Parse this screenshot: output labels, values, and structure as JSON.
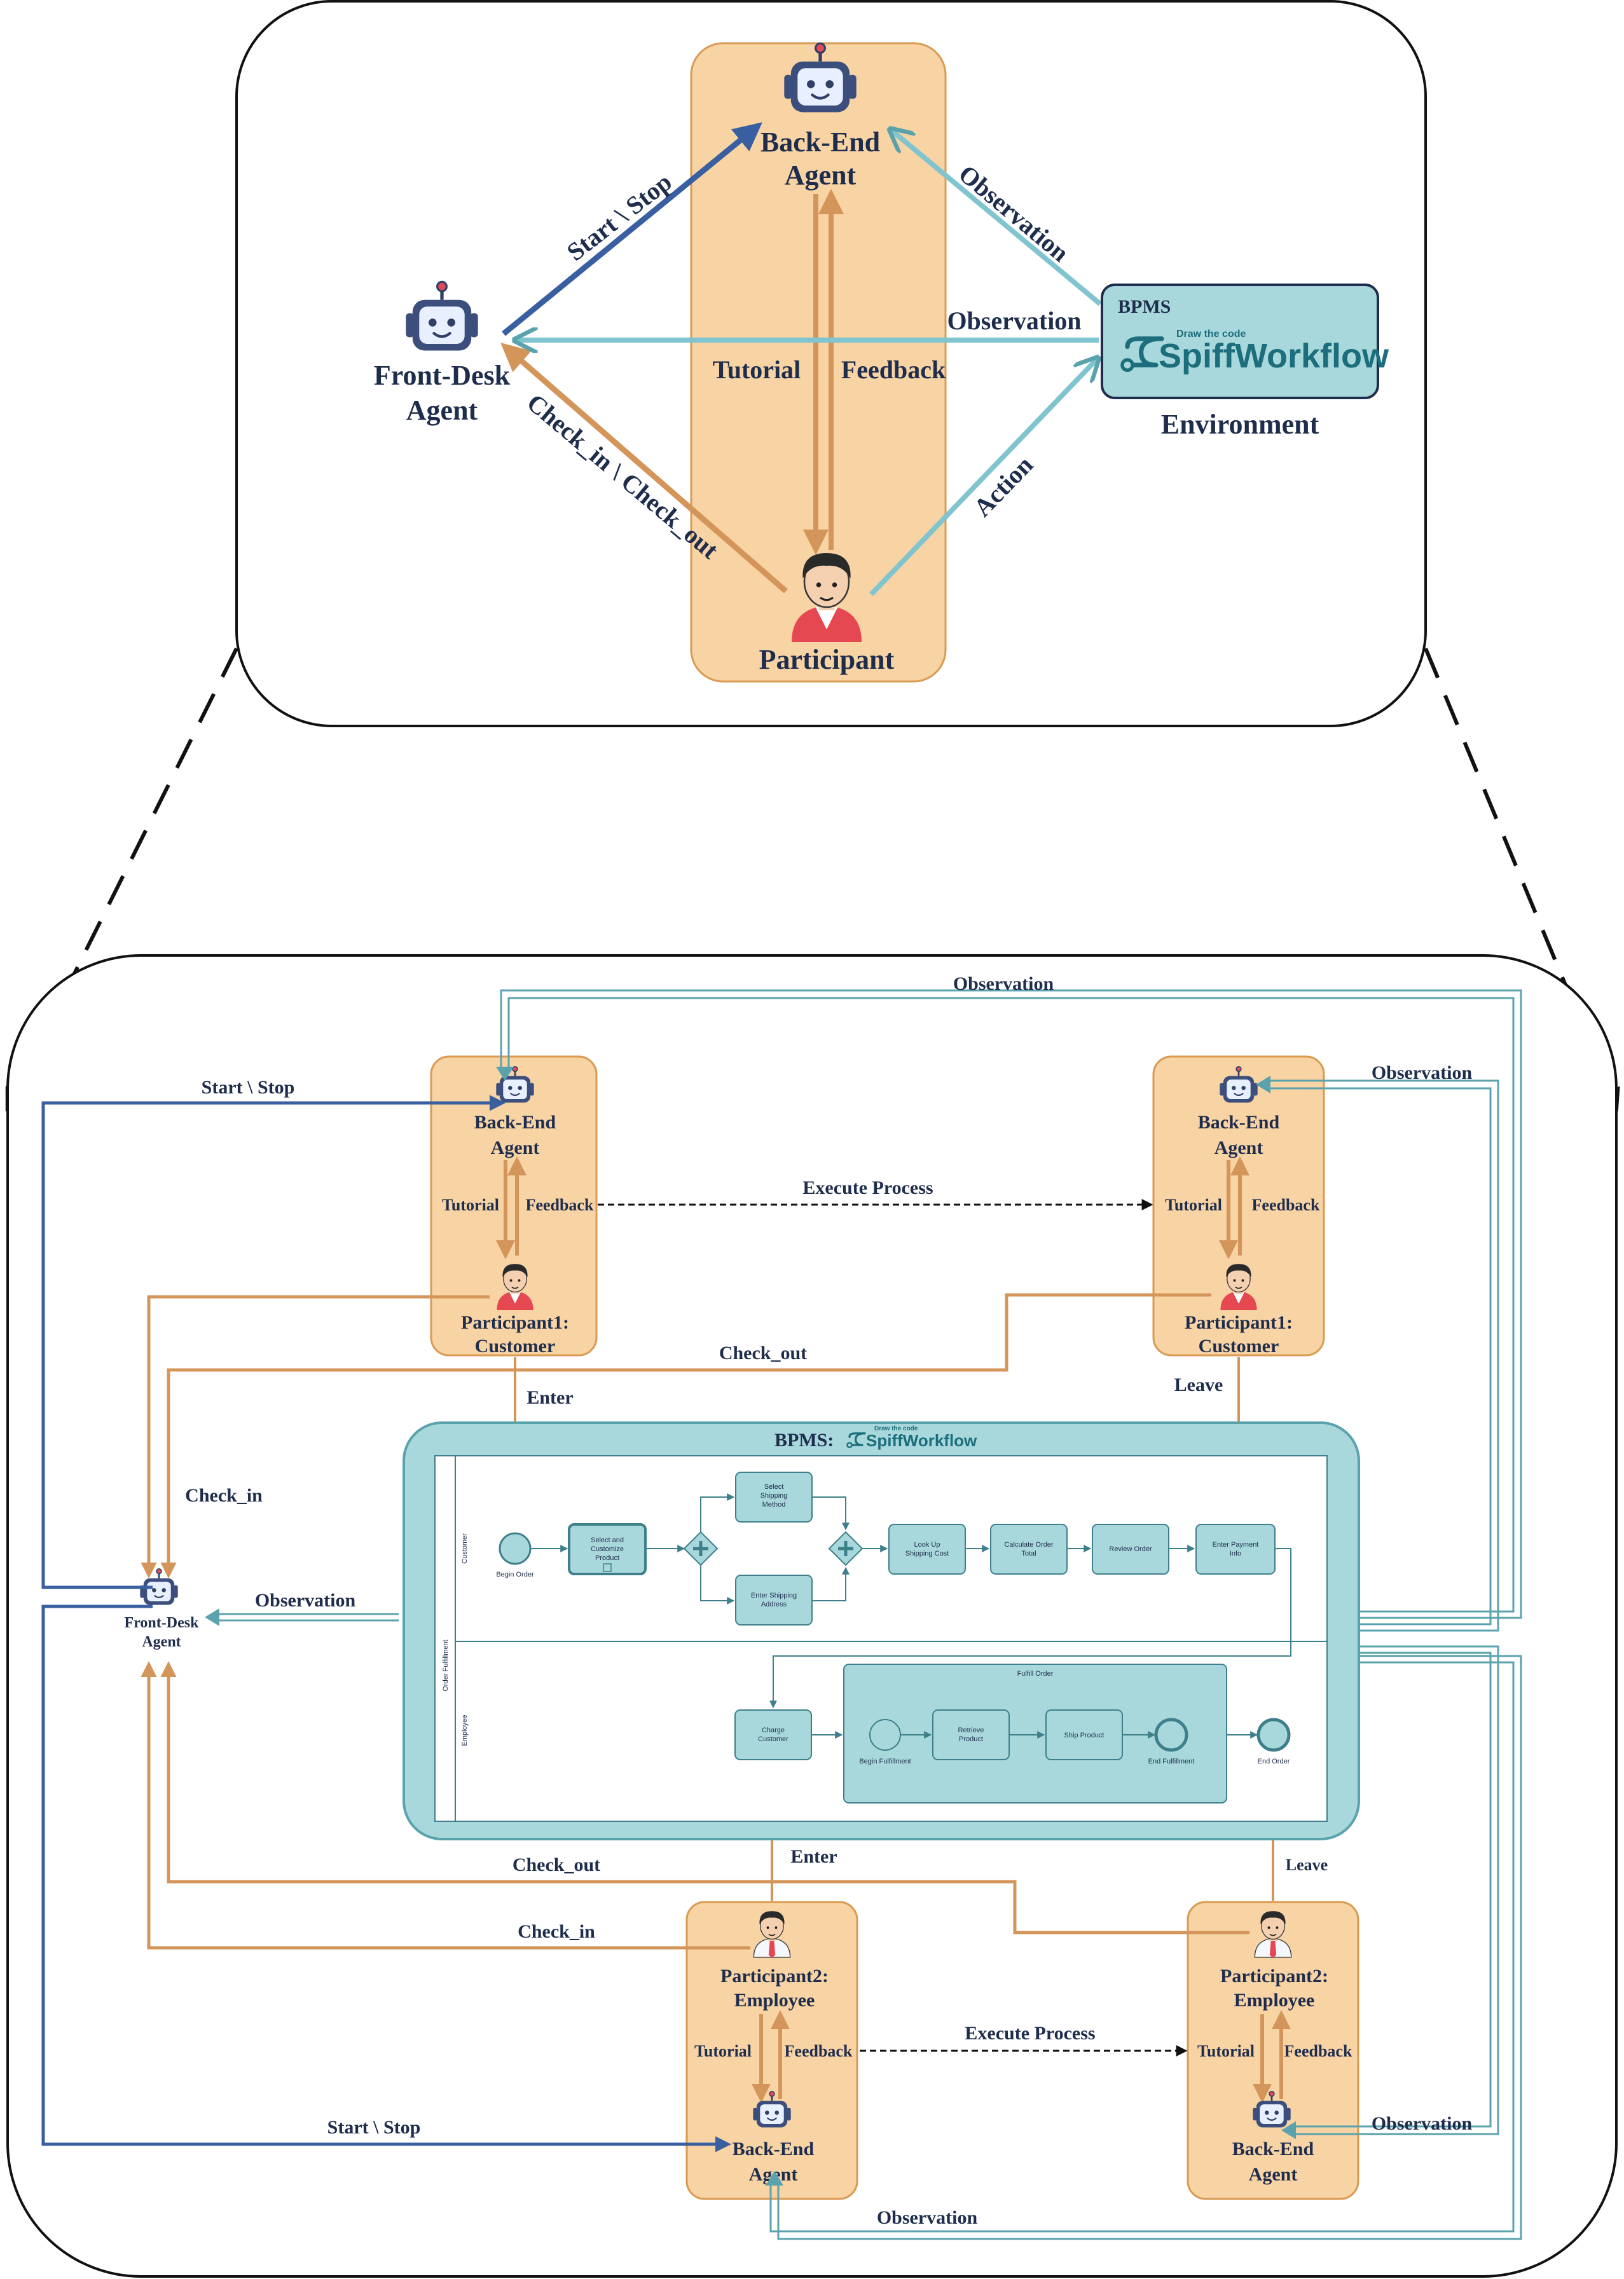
{
  "top": {
    "back_end_line1": "Back-End",
    "back_end_line2": "Agent",
    "front_desk_line1": "Front-Desk",
    "front_desk_line2": "Agent",
    "participant": "Participant",
    "start_stop": "Start \\ Stop",
    "check_in_out": "Check_in \\ Check_out",
    "tutorial": "Tutorial",
    "feedback": "Feedback",
    "observation_diag": "Observation",
    "observation_horiz": "Observation",
    "action": "Action",
    "bpms_label": "BPMS",
    "logo_tagline": "Draw the code",
    "logo_text": "SpiffWorkflow",
    "environment": "Environment"
  },
  "bottom": {
    "observation_top": "Observation",
    "observation_right_top": "Observation",
    "observation_right_bottom": "Observation",
    "observation_bottom": "Observation",
    "observation_frontdesk": "Observation",
    "start_stop_top": "Start \\ Stop",
    "start_stop_bottom": "Start \\ Stop",
    "execute_process_top": "Execute Process",
    "execute_process_bottom": "Execute Process",
    "check_out_top": "Check_out",
    "check_out_bottom": "Check_out",
    "check_in_left": "Check_in",
    "check_in_bottom": "Check_in",
    "enter_top": "Enter",
    "enter_bottom": "Enter",
    "leave_top": "Leave",
    "leave_bottom": "Leave",
    "tutorial": "Tutorial",
    "feedback": "Feedback",
    "back_end_line1": "Back-End",
    "back_end_line2": "Agent",
    "participant1_line1": "Participant1:",
    "participant1_line2": "Customer",
    "participant2_line1": "Participant2:",
    "participant2_line2": "Employee",
    "front_desk_line1": "Front-Desk",
    "front_desk_line2": "Agent",
    "bpms_label": "BPMS:",
    "logo_tagline": "Draw the code",
    "logo_text": "SpiffWorkflow"
  },
  "bpmn": {
    "pool_label": "Order Fulfillment",
    "lane_customer": "Customer",
    "lane_employee": "Employee",
    "begin_order": "Begin Order",
    "select_customize_1": "Select and",
    "select_customize_2": "Customize",
    "select_customize_3": "Product",
    "select_shipping_1": "Select",
    "select_shipping_2": "Shipping",
    "select_shipping_3": "Method",
    "enter_shipping_1": "Enter Shipping",
    "enter_shipping_2": "Address",
    "lookup_1": "Look Up",
    "lookup_2": "Shipping Cost",
    "calc_1": "Calculate Order",
    "calc_2": "Total",
    "review": "Review Order",
    "payment_1": "Enter Payment",
    "payment_2": "Info",
    "charge_1": "Charge",
    "charge_2": "Customer",
    "fulfill_order": "Fulfill Order",
    "begin_fulfillment": "Begin Fulfillment",
    "retrieve_1": "Retrieve",
    "retrieve_2": "Product",
    "ship_product": "Ship Product",
    "end_fulfillment": "End Fulfillment",
    "end_order": "End Order"
  },
  "colors": {
    "agent_fill": "#f8d3a4",
    "agent_stroke": "#d99a52",
    "orange_arrow": "#d4955a",
    "blue_arrow": "#3a5fa0",
    "teal_arrow": "#7fc4cf",
    "bpms_fill": "#a8d8dc",
    "bpms_stroke": "#5aa3ad",
    "text": "#1f2d4d",
    "logo": "#1c6e7d"
  }
}
